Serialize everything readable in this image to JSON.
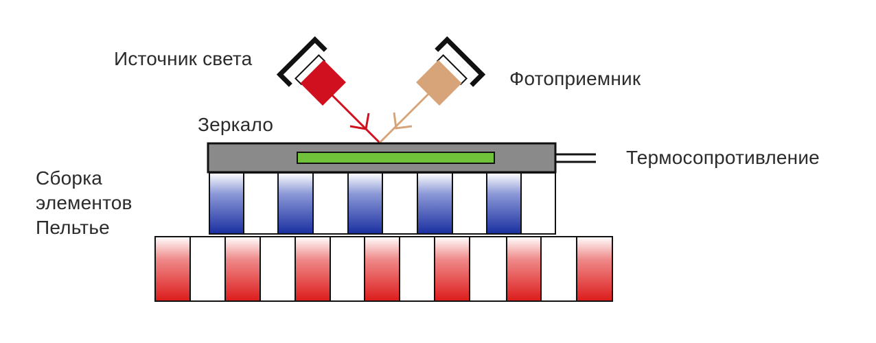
{
  "labels": {
    "light_source": "Источник света",
    "photodetector": "Фотоприемник",
    "mirror": "Зеркало",
    "thermoresistor": "Термосопротивление",
    "peltier_assembly": [
      "Сборка",
      "элементов",
      "Пельтье"
    ]
  },
  "colors": {
    "light_source": "#d0101e",
    "photodetector": "#d6a478",
    "mirror_body": "#8a8a8a",
    "thermoresistor_strip": "#6fc23a",
    "cold_side": "#1a2fa0",
    "hot_side": "#dc1c1c",
    "outline": "#111111"
  },
  "icons": {
    "light_source": "light-source-icon",
    "photodetector": "photodetector-icon"
  }
}
